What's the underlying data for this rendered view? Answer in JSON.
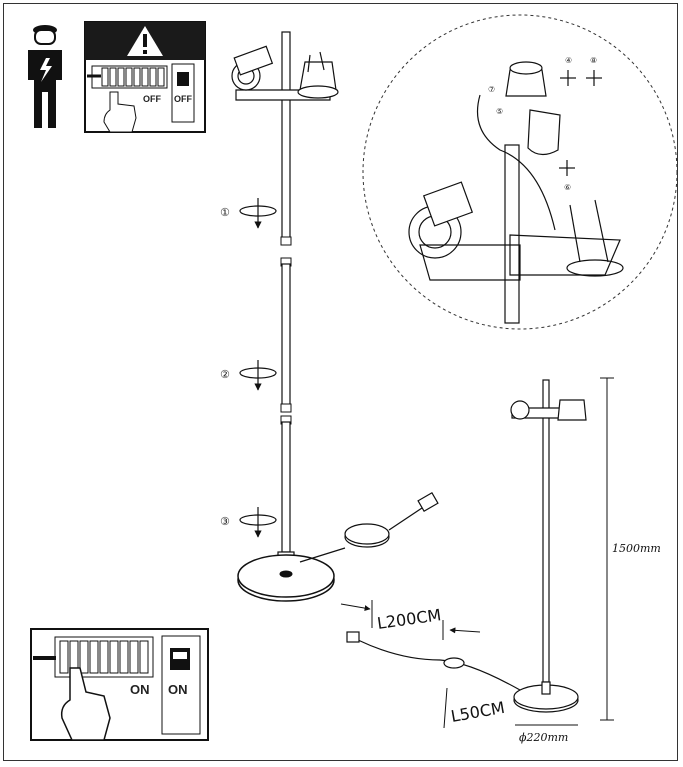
{
  "panels": {
    "top_switch_label": "OFF",
    "top_breaker_label": "OFF",
    "bottom_switch_label": "ON",
    "bottom_breaker_label": "ON"
  },
  "steps": {
    "step1": "①",
    "step2": "②",
    "step3": "③",
    "step4": "④",
    "step5": "⑤",
    "step6": "⑥",
    "step7": "⑦",
    "step8": "⑧"
  },
  "dimensions": {
    "height": "1500mm",
    "base_diameter": "ϕ220mm",
    "cable_length": "L200CM",
    "switch_distance": "L50CM"
  },
  "icons": [
    "electrician-icon",
    "warning-icon",
    "hand-icon"
  ]
}
